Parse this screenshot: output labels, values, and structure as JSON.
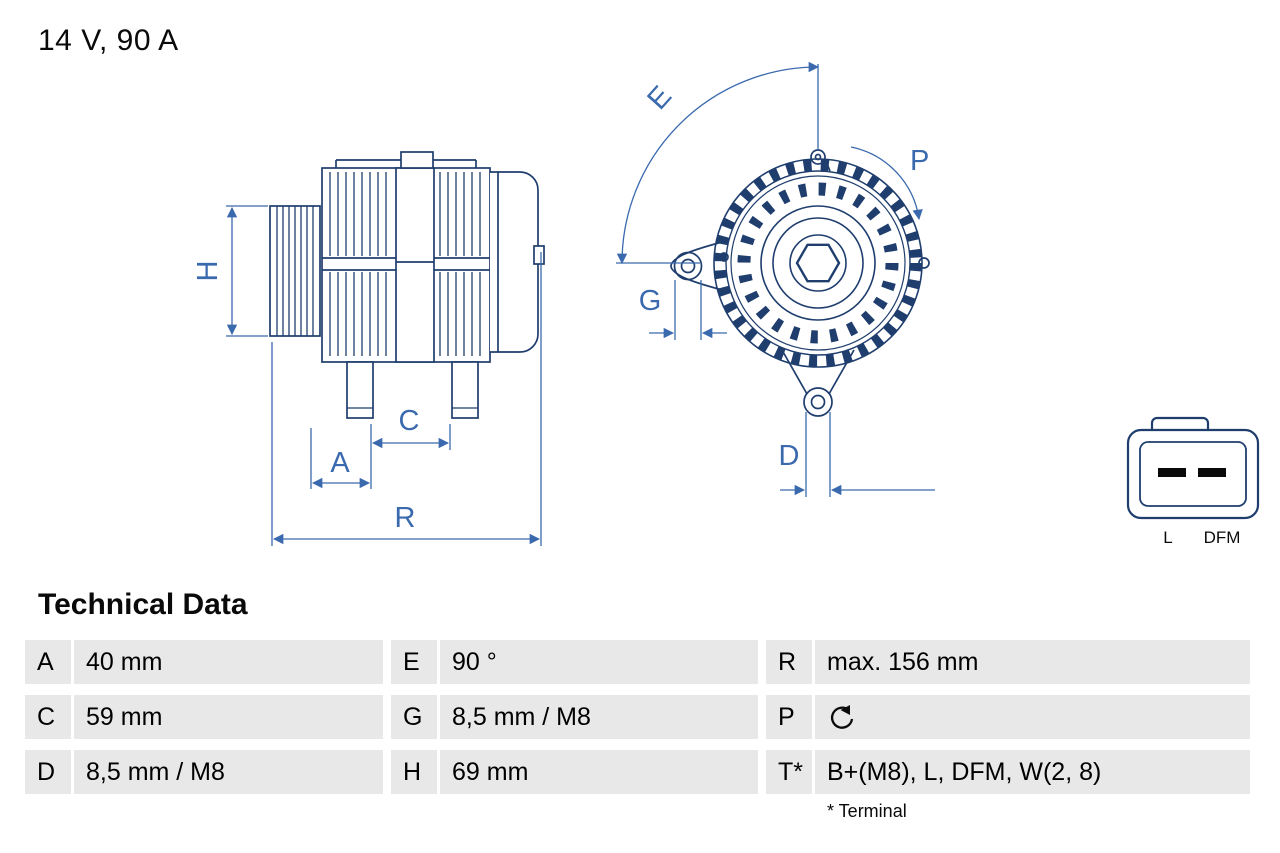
{
  "product": {
    "rating": "14 V, 90 A"
  },
  "diagram": {
    "dimension_labels": {
      "H": "H",
      "A": "A",
      "C": "C",
      "R": "R",
      "E": "E",
      "G": "G",
      "P": "P",
      "D": "D"
    },
    "connector": {
      "terminal_left": "L",
      "terminal_right": "DFM"
    }
  },
  "technical_data": {
    "title": "Technical Data",
    "rows": [
      {
        "c1": {
          "key": "A",
          "value": "40 mm"
        },
        "c2": {
          "key": "E",
          "value": "90 °"
        },
        "c3": {
          "key": "R",
          "value": "max. 156 mm"
        }
      },
      {
        "c1": {
          "key": "C",
          "value": "59 mm"
        },
        "c2": {
          "key": "G",
          "value": "8,5 mm / M8"
        },
        "c3": {
          "key": "P",
          "value": "",
          "icon": "rotation-ccw-icon"
        }
      },
      {
        "c1": {
          "key": "D",
          "value": "8,5 mm / M8"
        },
        "c2": {
          "key": "H",
          "value": "69 mm"
        },
        "c3": {
          "key": "T*",
          "value": "B+(M8), L, DFM, W(2, 8)"
        }
      }
    ],
    "footnote": "* Terminal"
  },
  "colors": {
    "drawing_line": "#1f3e6e",
    "dimension_blue": "#3a69ae",
    "table_row_bg": "#e8e8e8"
  }
}
